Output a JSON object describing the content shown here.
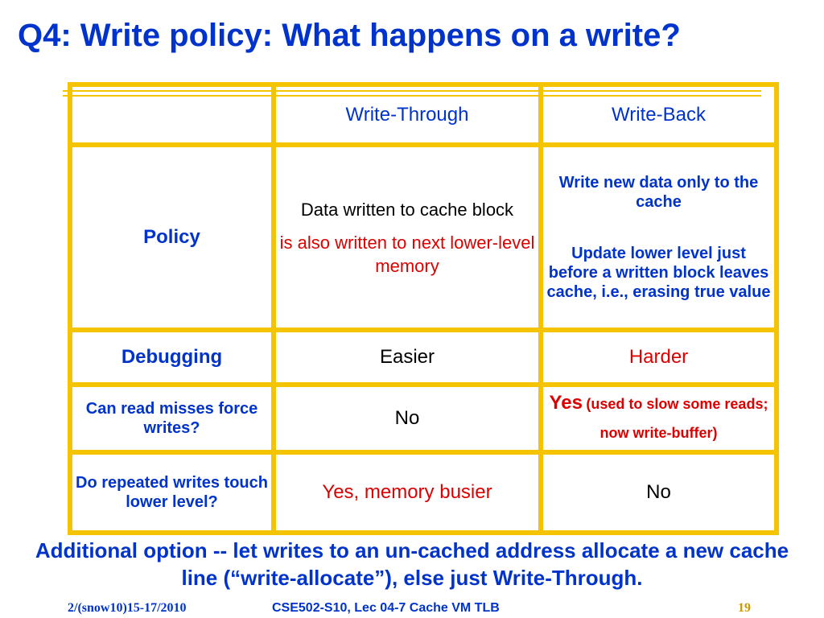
{
  "slide": {
    "title": "Q4: Write policy: What happens on a write?"
  },
  "table": {
    "header": {
      "blank": "",
      "col1": "Write-Through",
      "col2": "Write-Back"
    },
    "policy": {
      "label": "Policy",
      "wt_line1": "Data written to cache block",
      "wt_line2": "is also written to next lower-level memory",
      "wb_line1": "Write new data only to the cache",
      "wb_line2": "Update lower level just before a written block leaves cache, i.e., erasing true value"
    },
    "debugging": {
      "label": "Debugging",
      "wt": "Easier",
      "wb": "Harder"
    },
    "read_misses": {
      "label": "Can read misses force writes?",
      "wt": "No",
      "wb_yes": "Yes",
      "wb_note": "(used to slow some reads; now write-buffer)"
    },
    "repeated_writes": {
      "label": "Do repeated writes touch lower level?",
      "wt": "Yes, memory busier",
      "wb": "No"
    }
  },
  "note": "Additional option -- let writes to an un-cached address allocate a new cache line (“write-allocate”), else just Write-Through.",
  "footer": {
    "left": "2/(snow10)15-17/2010",
    "center": "CSE502-S10, Lec 04-7 Cache VM TLB",
    "page": "19"
  },
  "colors": {
    "title_blue": "#0033cc",
    "highlight_red": "#dd0000",
    "table_border": "#f5c400",
    "page_number": "#cc9900"
  }
}
